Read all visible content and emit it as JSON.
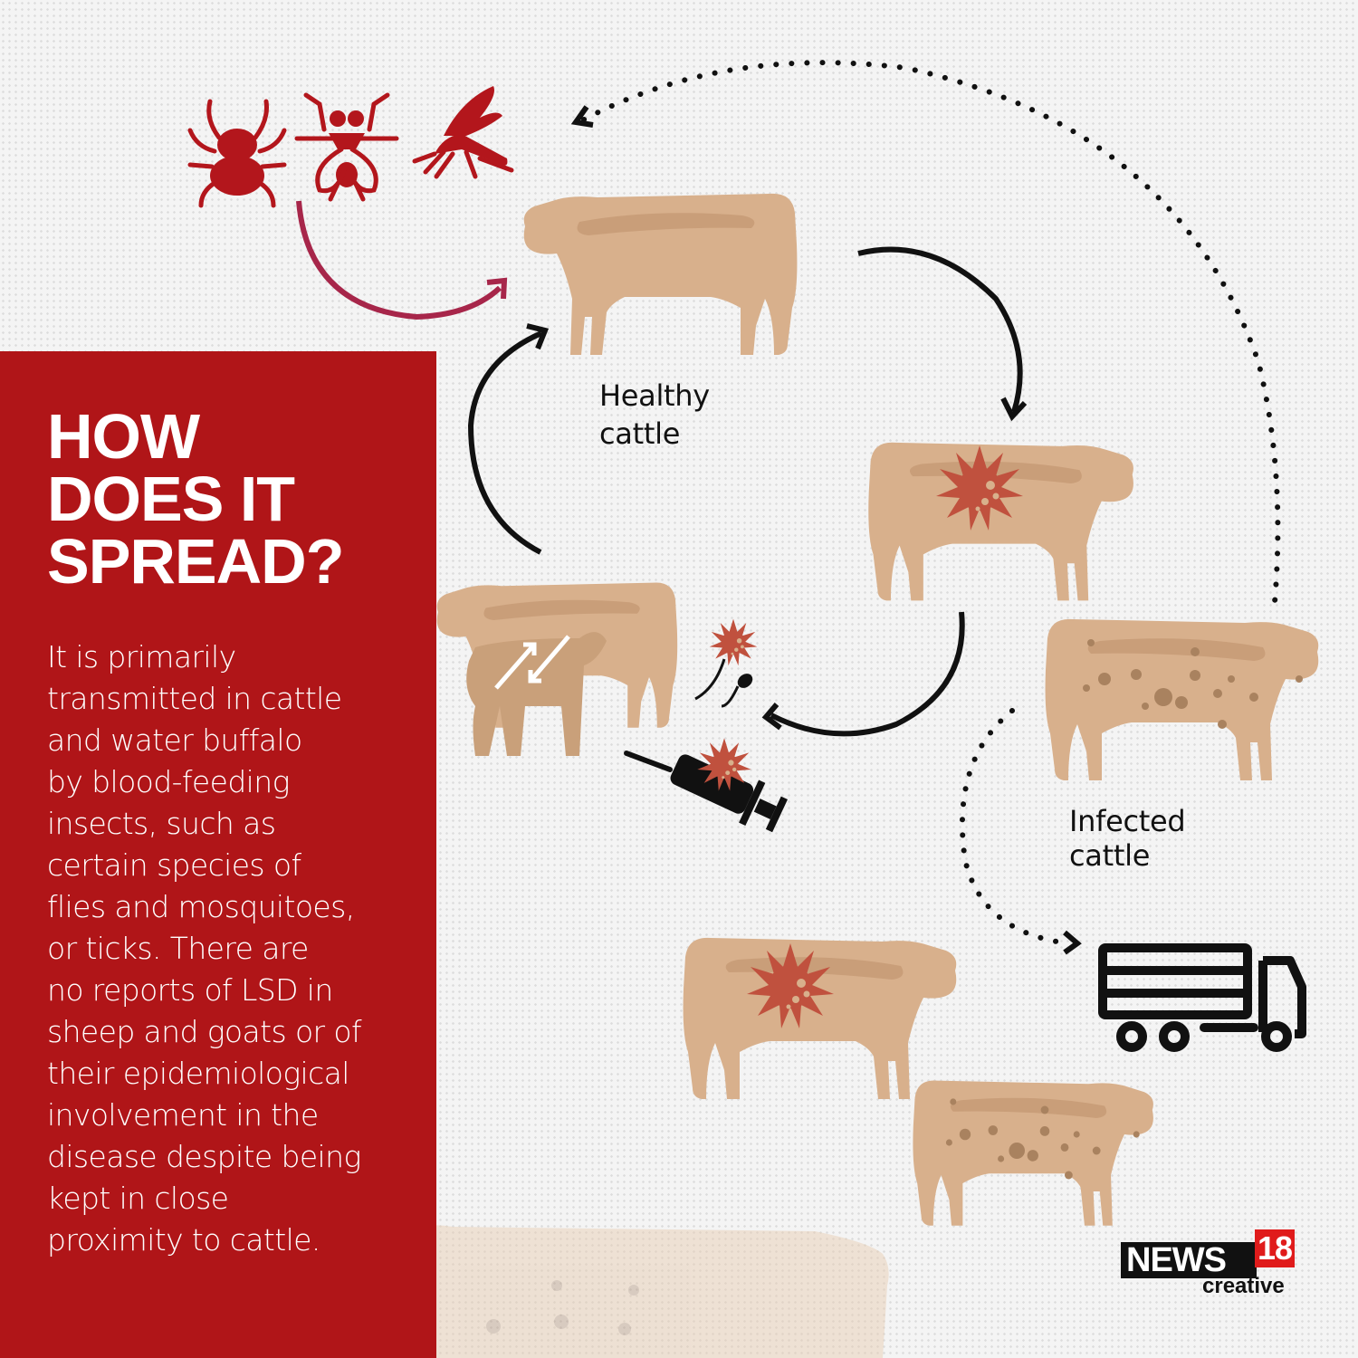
{
  "headline": {
    "lines": [
      "HOW",
      "DOES IT",
      "SPREAD?"
    ]
  },
  "body": {
    "lines": [
      "It is primarily",
      "transmitted in cattle",
      "and water buffalo",
      "by blood-feeding",
      "insects, such as",
      "certain species of",
      "flies and mosquitoes,",
      "or ticks. There are",
      "no reports of LSD in",
      "sheep and goats or of",
      "their epidemiological",
      "involvement in the",
      "disease despite being",
      "kept in close",
      "proximity to cattle."
    ]
  },
  "labels": {
    "healthy": [
      "Healthy",
      "cattle"
    ],
    "infected": [
      "Infected",
      "cattle"
    ]
  },
  "vectors": {
    "icons": [
      "tick-icon",
      "fly-icon",
      "mosquito-icon"
    ]
  },
  "transmission_icons": [
    "cow-calf-icon",
    "virus-sperm-icon",
    "virus-syringe-icon",
    "truck-icon"
  ],
  "logo": {
    "brand": "NEWS",
    "number": "18",
    "sub": "creative"
  },
  "colors": {
    "panel_red": "#b01518",
    "insect_red": "#b3161c",
    "arrow_maroon": "#a7264a",
    "cow_tan": "#d8b08c",
    "cow_shade": "#c99e79",
    "virus_orange": "#c0513e",
    "logo_red": "#e01b1b",
    "arrow_black": "#111111"
  }
}
